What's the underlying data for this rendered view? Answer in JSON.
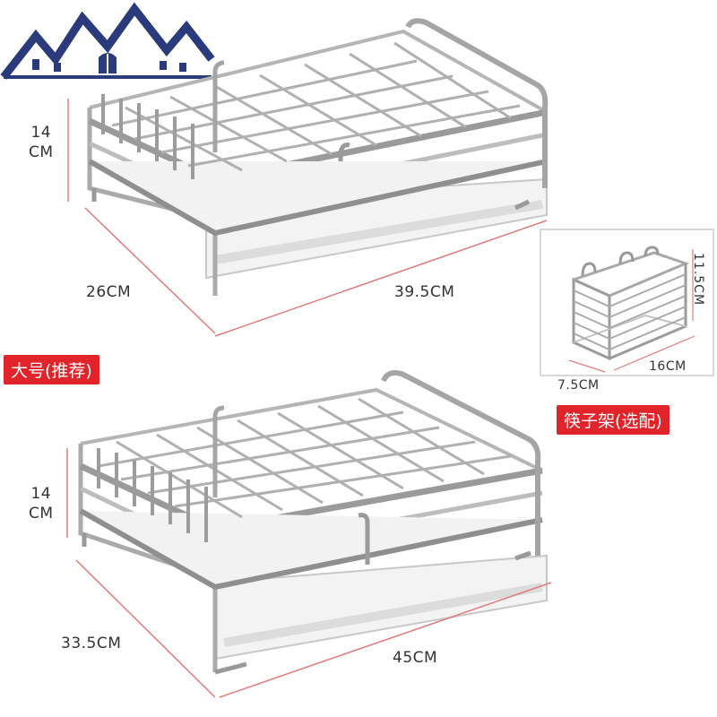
{
  "logo": {
    "name": "house-roofs-logo"
  },
  "large_rack": {
    "height": [
      "14",
      "CM"
    ],
    "depth": "26CM",
    "width": "39.5CM"
  },
  "xl_rack": {
    "label": "大号(推荐)",
    "height": [
      "14",
      "CM"
    ],
    "depth": "33.5CM",
    "width": "45CM"
  },
  "chopstick_holder": {
    "height": "11.5CM",
    "depth": "7.5CM",
    "width": "16CM",
    "label": "筷子架(选配)"
  },
  "colors": {
    "tag_red": "#e0242a",
    "dimension_line": "#e07a7a",
    "logo_navy": "#2a3a7a",
    "text": "#333333"
  }
}
